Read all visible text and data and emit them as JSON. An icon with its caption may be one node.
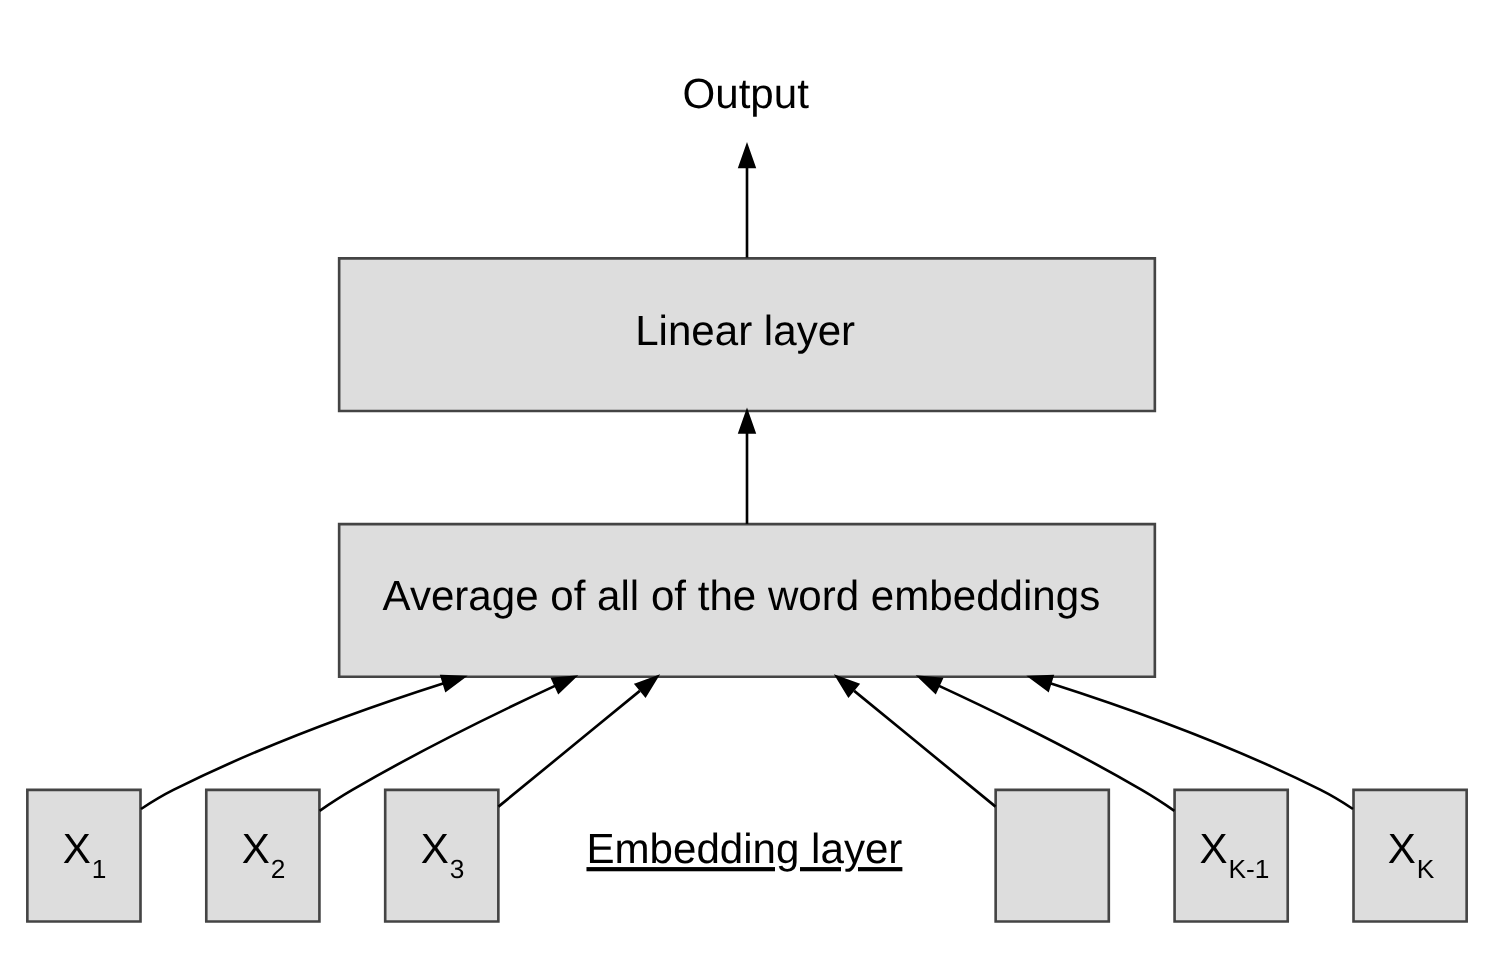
{
  "diagram": {
    "nodes": [
      {
        "text": [
          "Output"
        ]
      },
      {
        "text": [
          "Linear layer"
        ]
      },
      {
        "text": [
          "Average of all of the word embeddings"
        ]
      },
      {
        "text": [
          "X$_{1}$"
        ]
      },
      {
        "text": [
          "X$_{2}$"
        ]
      },
      {
        "text": [
          "X$_{3}$"
        ]
      },
      {
        "text": [],
        "shape": "box"
      },
      {
        "text": [
          "X$_{K-1}$"
        ]
      },
      {
        "text": [
          "X$_{K}$"
        ]
      }
    ],
    "edges": [
      {
        "from": 3,
        "to": 2,
        "arrow": "to"
      },
      {
        "from": 4,
        "to": 2,
        "arrow": "to"
      },
      {
        "from": 5,
        "to": 2,
        "arrow": "to"
      },
      {
        "from": 6,
        "to": 2,
        "arrow": "to"
      },
      {
        "from": 7,
        "to": 2,
        "arrow": "to"
      },
      {
        "from": 8,
        "to": 2,
        "arrow": "to"
      },
      {
        "from": 2,
        "to": 1,
        "arrow": "to"
      },
      {
        "from": 1,
        "to": 0,
        "arrow": "to"
      }
    ],
    "labels": [
      "Embedding layer"
    ]
  }
}
